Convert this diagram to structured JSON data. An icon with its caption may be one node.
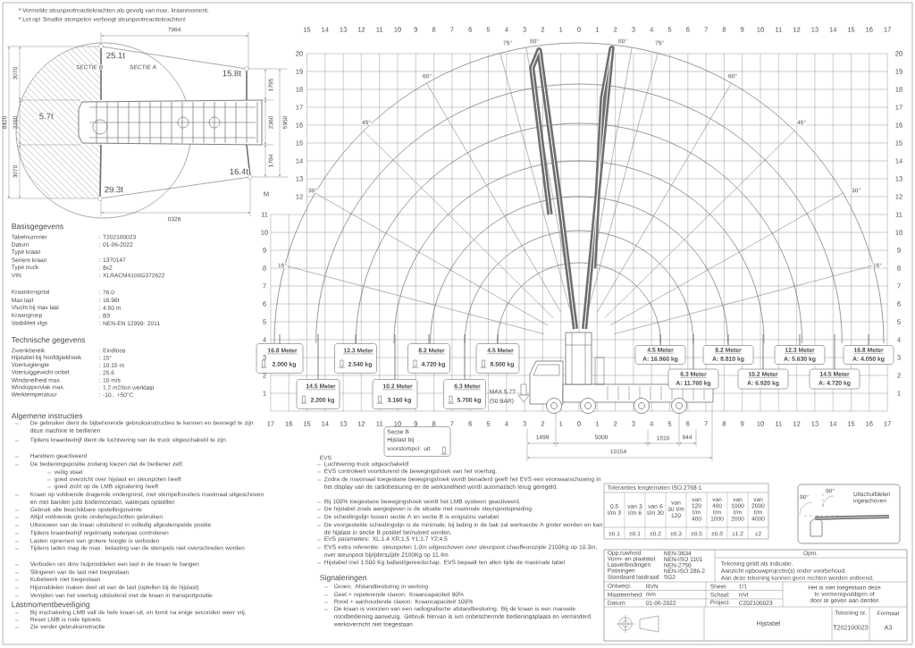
{
  "diagram": {
    "nodes": [
      {
        "text": [
          "16.8 Meter",
          "2.000 kg"
        ]
      },
      {
        "text": [
          "12.3 Meter",
          "2.540 kg"
        ]
      },
      {
        "text": [
          "8.2 Meter",
          "4.720 kg"
        ]
      },
      {
        "text": [
          "4.5 Meter",
          "8.500 kg"
        ]
      },
      {
        "text": [
          "4.5 Meter",
          "A: 16.960 kg"
        ]
      },
      {
        "text": [
          "8.2 Meter",
          "A: 8.810 kg"
        ]
      },
      {
        "text": [
          "12.3 Meter",
          "A: 5.630 kg"
        ]
      },
      {
        "text": [
          "16.8 Meter",
          "A: 4.050 kg"
        ]
      },
      {
        "text": [
          "14.5 Meter",
          "2.200 kg"
        ]
      },
      {
        "text": [
          "10.2 Meter",
          "3.160 kg"
        ]
      },
      {
        "text": [
          "6.3 Meter",
          "5.700 kg"
        ]
      },
      {
        "text": [
          "6.3 Meter",
          "A: 11.760 kg"
        ]
      },
      {
        "text": [
          "10.2 Meter",
          "A: 6.920 kg"
        ]
      },
      {
        "text": [
          "14.5 Meter",
          "A: 4.720 kg"
        ]
      },
      {
        "text": [
          "Sectie B",
          "Hijslast bij voorstempel: uit"
        ]
      }
    ],
    "labels": [
      "* Vermelde steunpootreactiekrachten als gevolg van max. kraanmoment.",
      "* Let op! Smaller stempelen verhoogt steunpootreactiekrachten!",
      "7964",
      "SECTIE B",
      "SECTIE A",
      "25.1t",
      "15.8t",
      "3070",
      "1795",
      "8420",
      "2280",
      "5.7t",
      "2360",
      "5950",
      "3070",
      "1784",
      "16.4t",
      "29.3t",
      "8326",
      "Basisgegevens",
      "Tabelnummer",
      ": T202100023",
      "Datum",
      ": 01-06-2022",
      "Type kraan",
      "Serienr kraan",
      ": 1370147",
      "Type truck",
      ": 8x2",
      "VIN",
      ": XLRACM4100G372622",
      "Kraankengetal",
      ": 76.0",
      "Max last",
      ": 16.96t",
      "Vlucht bij max last",
      ": 4.50 m",
      "Kraangroep",
      ": B3",
      "Stabiliteit vlgs",
      ": NEN-EN 12999: 2011",
      "Technische gegevens",
      "Zwenkbereik",
      ": Eindloos",
      "Hijstabel bij hoofdgiekhoek",
      ": 15°",
      "Voertuiglengte",
      ": 10.15 m",
      "Voertuiggewicht onbel.",
      ": 25.6",
      "Windsnelheid max.",
      ": 10 m/s",
      "Windoppervlak max.",
      ": 1.2 m2/ton werklast",
      "Werktemperatuur",
      ": -10.. +50°C",
      "Algemene instructies",
      "De gebruiker dient de bijbehorende gebruiksinstructies te kennen en bevoegd te zijn deze machine te bedienen",
      "Tijdens kraanbedrijf dient de luchtvering van de truck uitgeschakeld te zijn",
      "Handrem geactiveerd",
      "De bedieningspositie zodanig kiezen dat de bediener zelf:",
      "veilig staat",
      "goed overzicht over hijslast en steunpoten heeft",
      "goed zicht op de LMB signalering heeft",
      "Kraan op voldoende dragende ondergrond, met stempelhouders maximaal uitgeschoven en met banden juist bodemcontact, waterpas opstellen",
      "Gebruik alle beschikbare opstellingsruimte",
      "Altijd voldoende grote onderlegschotten gebruiken",
      "Uitvouwen van de kraan uitsluitend in volledig afgestempelde positie",
      "Tijdens kraanbedrijf regelmatig waterpas controleren",
      "Lasten opnemen van grotere hoogte is verboden",
      "Tijdens laden mag de max. belasting van de stempels niet overschreden worden",
      "Verboden om dmv hulpmiddelen een last in de kraan te hangen",
      "Slingeren van de last niet toegestaan",
      "Kubelwerk niet toegestaan",
      "Hijsmiddelen maken deel uit van de last (optellen bij de hijslast)",
      "Verrijden van het voertuig uitsluitend met de kraan in transportpositie",
      "Lastmomentbeveiliging",
      "Bij inschakeling LMB valt de hele kraan uit, en komt na enige seconden weer vrij.",
      "Reset LMB is rode tiptoets",
      "Zie verder gebruiksinstructie",
      "15",
      "14",
      "13",
      "12",
      "11",
      "10",
      "9",
      "8",
      "7",
      "6",
      "5",
      "4",
      "3",
      "2",
      "1",
      "0",
      "1",
      "2",
      "3",
      "4",
      "5",
      "6",
      "7",
      "8",
      "9",
      "10",
      "11",
      "12",
      "13",
      "14",
      "15",
      "16",
      "17",
      "20",
      "19",
      "18",
      "17",
      "16",
      "15",
      "14",
      "13",
      "12",
      "M",
      "11",
      "10",
      "9",
      "8",
      "7",
      "6",
      "5",
      "4",
      "3",
      "2",
      "1",
      "20",
      "19",
      "18",
      "17",
      "16",
      "15",
      "14",
      "13",
      "12",
      "11",
      "10",
      "9",
      "8",
      "7",
      "6",
      "5",
      "4",
      "3",
      "2",
      "1",
      "17",
      "16",
      "15",
      "14",
      "13",
      "12",
      "11",
      "10",
      "9",
      "8",
      "7",
      "6",
      "5",
      "4",
      "3",
      "2",
      "1",
      "0",
      "1",
      "2",
      "3",
      "4",
      "5",
      "6",
      "7",
      "8",
      "9",
      "10",
      "11",
      "12",
      "13",
      "14",
      "15",
      "16",
      "17",
      "75°",
      "80°",
      "60°",
      "45°",
      "30°",
      "15°",
      "80°",
      "75°",
      "60°",
      "45°",
      "30°",
      "15°",
      "MAX 5.7T",
      "(50 BAR)",
      "1499",
      "5000",
      "1810",
      "944",
      "10154",
      "EVS",
      "Luchtvering truck uitgeschakeld!",
      "EVS controleert voortdurend de bewegingshoek van het voertuig.",
      "Zodra de maximaal toegestane bewegingshoek wordt benaderd geeft het EVS een voorwaarschuwing in het display van de radiobesturing en de werksnelheid wordt automatisch terug geregeld.",
      "Bij 100% toegestane bewegingshoek wordt het LMB systeem geactiveerd.",
      "De hijstabel zoals aangegeven is de situatie met maximale steunpootspreiding",
      "De scheidingslijn tussen sectie A en sectie B is enigszins variabel.",
      "De voorgestelde scheidingslijn is de minimale, bij lading in de bak zal werksectie A groter worden en kan de hijslast in sectie B positief beïnvloed worden.",
      "EVS parameters: XL:1.4 XR:1.5 Y1:1.7 Y2:4.5",
      "EVS extra referentie: steunpoten 1.0m uitgeschoven over steunpoot chauffeurszijde 2100Kg op 10.3m, over steunpoot bijrijderszijde 2100Kg op 11.4m",
      "Hijstabel met 1.500 Kg ballast/gereedschap. EVS bepaalt ten allen tijde de maximale tabel",
      "Signaleringen",
      "Groen: Afstandbesturing in werking",
      "Geel + repeterende claxon: Kraancapaciteit 90%",
      "Rood + aanhoudende claxon: Kraancapaciteit 100%",
      "De kraan is voorzien van een radiografische afstandbesturing. Bij de kraan is een manuele noodbediening aanwezig. Gebruik hiervan is ivm onbeschermde bedieningsplaats en verminderd werkoverzicht niet toegestaan",
      "90°",
      "90°",
      "Uitschuifdelen ingeschoven",
      "Toleranties lengtematen ISO 2768-1",
      "0.5 t/m 3",
      "van 3 t/m 6",
      "van 6 t/m 30",
      "van 30 t/m 120",
      "van 120 t/m 400",
      "van 400 t/m 1000",
      "van 1000 t/m 2000",
      "van 2000 t/m 4000",
      "±0.1",
      "±0.1",
      "±0.2",
      "±0.3",
      "±0.5",
      "±0.8",
      "±1.2",
      "±2",
      "Opp.ruwheid",
      "NEN-3634",
      "Vorm- en plaatstol.",
      "NEN-ISO 1101",
      "Lasverbindingen",
      "NEN-2756",
      "Passingen",
      "NEN-ISO 286-2",
      "Standaard lasdraad",
      "SG2",
      "Opm.",
      "Tekening geldt als indicatie.",
      "Aanzicht opbouwprojectie(s) onder voorbehoud.",
      "Aan deze tekening kunnen geen rechten worden ontleend.",
      "Ontwerp:",
      "RVN",
      "Maateenheid:",
      "mm",
      "Datum:",
      "01-06-2022",
      "Sheet:",
      "1/1",
      "Schaal:",
      "n/vt",
      "Project:",
      "C202100023",
      "Het is niet toegestaan deze te vermenigvuldigen of door te geven aan derden",
      "Hijstabel",
      "Tekening nr.",
      "T202100023",
      "Formaat",
      "A3"
    ]
  }
}
